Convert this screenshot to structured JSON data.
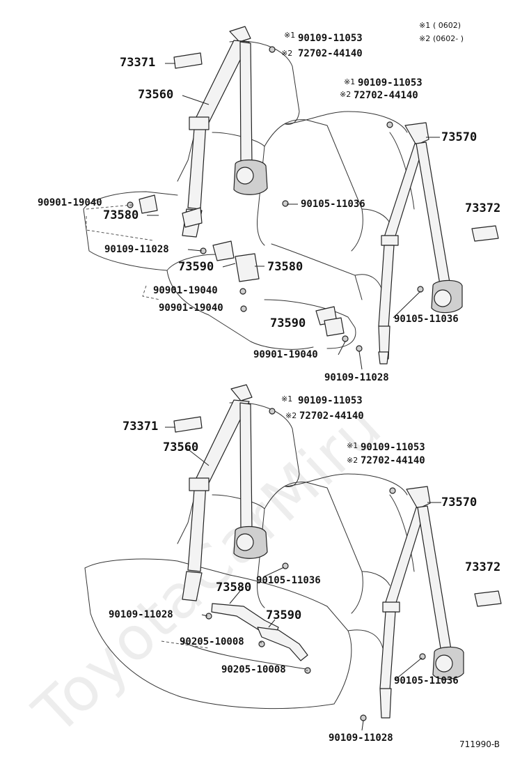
{
  "legend": {
    "mark1": "※1",
    "range1": "(      0602)",
    "mark2": "※2",
    "range2": "(0602-      )"
  },
  "parts": {
    "p73371": "73371",
    "p73560": "73560",
    "p73570": "73570",
    "p73372": "73372",
    "p73580": "73580",
    "p73590": "73590",
    "p90109_11053": "90109-11053",
    "p72702_44140": "72702-44140",
    "p90901_19040": "90901-19040",
    "p90105_11036": "90105-11036",
    "p90109_11028": "90109-11028",
    "p90205_10008": "90205-10008"
  },
  "marks": {
    "m1": "※1",
    "m2": "※2"
  },
  "figure_id": "711990-B",
  "watermark": "ToyotaCarMiru"
}
